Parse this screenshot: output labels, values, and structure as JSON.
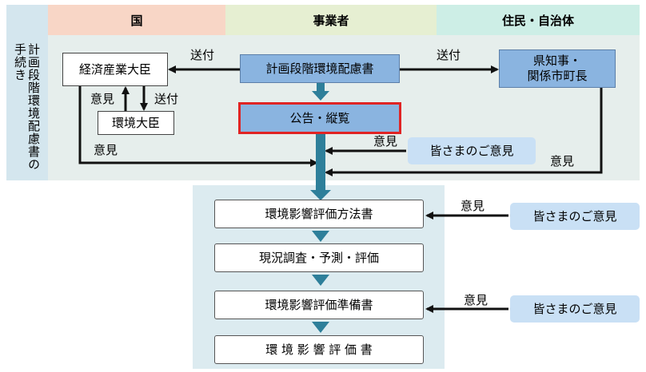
{
  "header": {
    "country": "国",
    "business": "事業者",
    "residents": "住民・自治体"
  },
  "side_label": "計画段階環境配慮書の手続き",
  "top": {
    "minister_economy": "経済産業大臣",
    "minister_environment": "環境大臣",
    "document": "計画段階環境配慮書",
    "governor": "県知事・\n関係市町長",
    "announcement": "公告・縦覧",
    "public_opinion": "皆さまのご意見",
    "send_left": "送付",
    "send_right": "送付",
    "send_env": "送付",
    "opinion_env": "意見",
    "opinion_country": "意見",
    "opinion_public": "意見",
    "opinion_governor": "意見"
  },
  "process": {
    "step1": "環境影響評価方法書",
    "step2": "現況調査・予測・評価",
    "step3": "環境影響評価準備書",
    "step4": "環 境 影 響 評 価 書",
    "opinion1_label": "意見",
    "opinion1_source": "皆さまのご意見",
    "opinion3_label": "意見",
    "opinion3_source": "皆さまのご意見"
  },
  "colors": {
    "blue_box": "#8ab4e0",
    "highlight_border": "#e02424",
    "flow_arrow": "#2e7f9a"
  }
}
